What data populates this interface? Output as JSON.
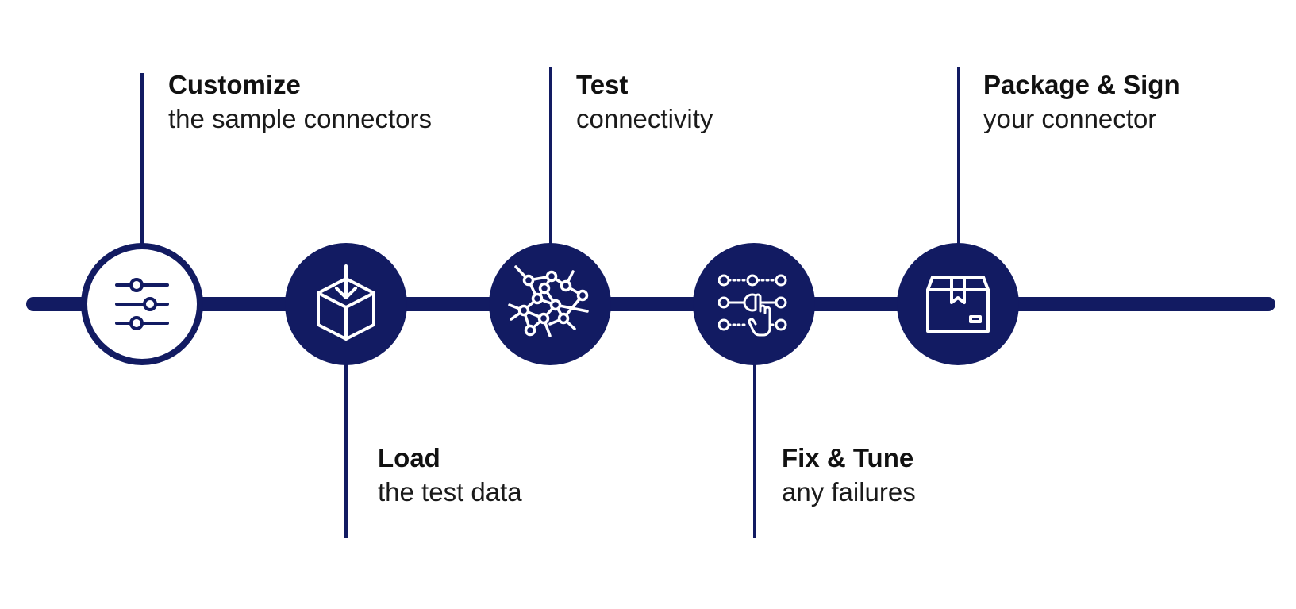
{
  "colors": {
    "accent": "#121b62",
    "background": "#ffffff",
    "text": "#111111"
  },
  "steps": [
    {
      "title": "Customize",
      "subtitle": "the sample connectors",
      "icon": "sliders-icon"
    },
    {
      "title": "Load",
      "subtitle": "the test data",
      "icon": "box-download-icon"
    },
    {
      "title": "Test",
      "subtitle": "connectivity",
      "icon": "network-icon"
    },
    {
      "title": "Fix & Tune",
      "subtitle": "any failures",
      "icon": "node-select-icon"
    },
    {
      "title": "Package & Sign",
      "subtitle": "your connector",
      "icon": "package-icon"
    }
  ]
}
